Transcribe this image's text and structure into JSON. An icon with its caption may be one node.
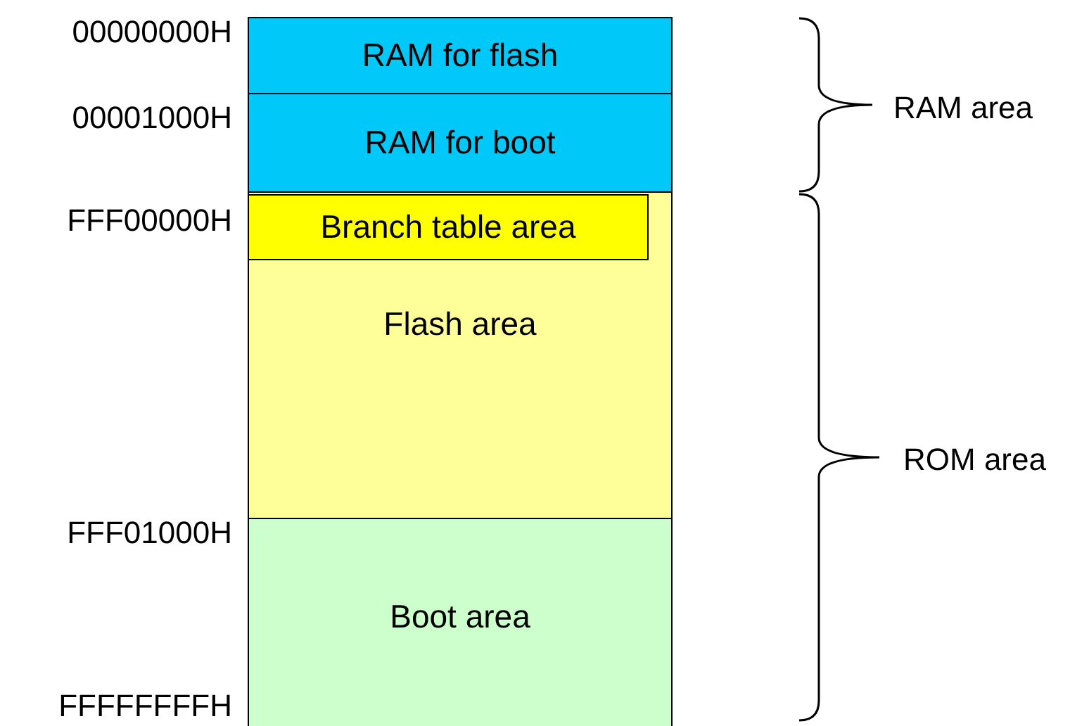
{
  "diagram": {
    "nodes": [
      {
        "text": [
          "RAM for flash"
        ]
      },
      {
        "text": [
          "RAM for boot"
        ]
      },
      {
        "text": [
          "Flash area"
        ]
      },
      {
        "text": [
          "Branch table area"
        ],
        "in": 2
      },
      {
        "text": [
          "Boot area"
        ]
      }
    ],
    "edges": [],
    "labels": [
      "00000000H",
      "00001000H",
      "FFF00000H",
      "FFF01000H",
      "FFFFFFFFH",
      "RAM area",
      "ROM area"
    ]
  }
}
